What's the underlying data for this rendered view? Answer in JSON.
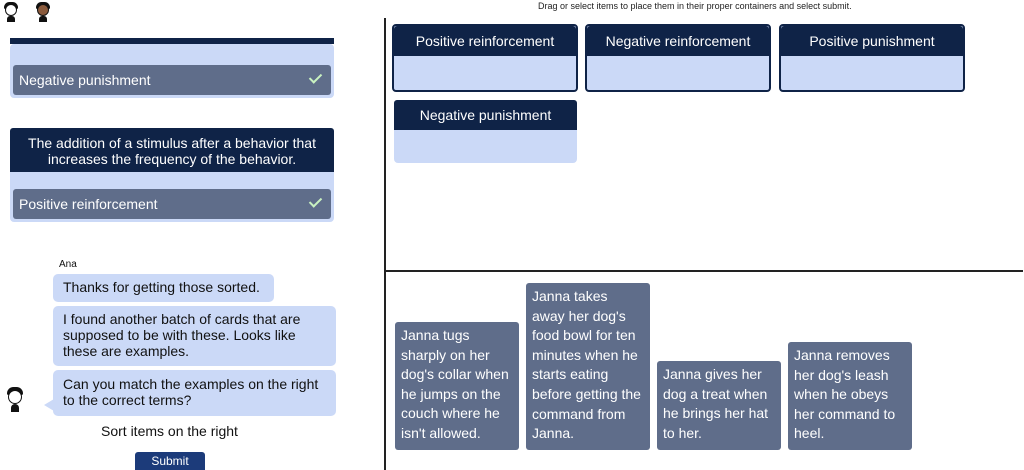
{
  "instruction": "Drag or select items to place them in their proper containers and select submit.",
  "left": {
    "sorted": [
      {
        "answer": "Negative punishment",
        "correct": true
      },
      {
        "definition": "The addition of a stimulus after a behavior that increases the frequency of the behavior.",
        "answer": "Positive reinforcement",
        "correct": true
      }
    ],
    "chat": {
      "speaker": "Ana",
      "messages": [
        "Thanks for getting those sorted.",
        "I found another batch of cards that are supposed to be with these. Looks like these are examples.",
        "Can you match the examples on the right to the correct terms?"
      ]
    },
    "sort_prompt": "Sort items on the right",
    "submit_label": "Submit"
  },
  "containers": [
    {
      "label": "Positive reinforcement"
    },
    {
      "label": "Negative reinforcement"
    },
    {
      "label": "Positive punishment"
    },
    {
      "label": "Negative punishment"
    }
  ],
  "cards": [
    {
      "text": "Janna tugs sharply on her dog's collar when he jumps on the couch where he isn't allowed."
    },
    {
      "text": "Janna takes away her dog's food bowl for ten minutes when he starts eating before getting the command from Janna."
    },
    {
      "text": "Janna gives her dog a treat when he brings her hat to her."
    },
    {
      "text": "Janna removes her dog's leash when he obeys her command to heel."
    }
  ],
  "colors": {
    "navy": "#0f2347",
    "light_blue": "#cbd9f7",
    "card_slate": "#5f6d8a",
    "submit_blue": "#1c3b7a"
  }
}
